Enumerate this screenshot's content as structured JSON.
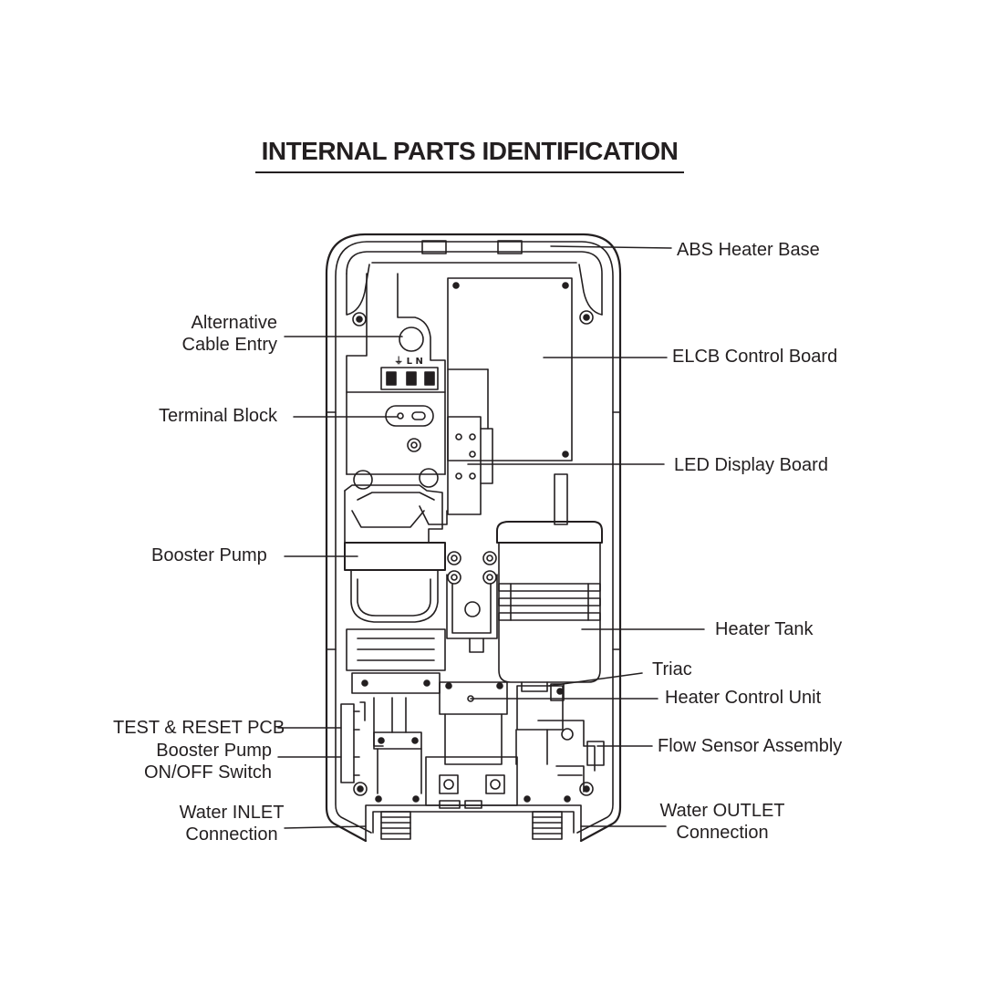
{
  "title": "INTERNAL PARTS IDENTIFICATION",
  "terminal_marks": "⏚ L N",
  "labels": {
    "abs_heater_base": "ABS Heater Base",
    "alternative_cable_entry": [
      "Alternative",
      "Cable Entry"
    ],
    "elcb_control_board": "ELCB Control Board",
    "terminal_block": "Terminal Block",
    "led_display_board": "LED Display Board",
    "booster_pump": "Booster Pump",
    "heater_tank": "Heater Tank",
    "triac": "Triac",
    "heater_control_unit": "Heater Control Unit",
    "test_reset_pcb": "TEST & RESET PCB",
    "booster_pump_switch": [
      "Booster Pump",
      "ON/OFF Switch"
    ],
    "flow_sensor_assembly": "Flow Sensor Assembly",
    "water_inlet": [
      "Water INLET",
      "Connection"
    ],
    "water_outlet": [
      "Water OUTLET",
      "Connection"
    ]
  },
  "colors": {
    "line": "#231f20",
    "background": "#ffffff"
  }
}
